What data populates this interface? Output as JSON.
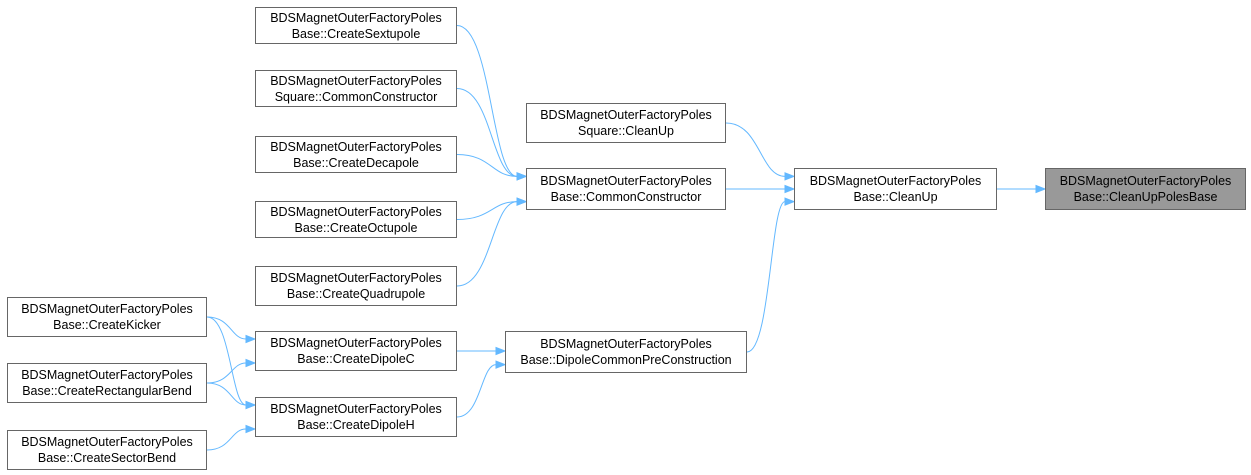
{
  "colors": {
    "edge": "#63b8ff",
    "node_border": "#666666",
    "root_fill": "#999999"
  },
  "nodes": {
    "sextupole": {
      "line1": "BDSMagnetOuterFactoryPoles",
      "line2": "Base::CreateSextupole"
    },
    "sqcommon": {
      "line1": "BDSMagnetOuterFactoryPoles",
      "line2": "Square::CommonConstructor"
    },
    "decapole": {
      "line1": "BDSMagnetOuterFactoryPoles",
      "line2": "Base::CreateDecapole"
    },
    "octupole": {
      "line1": "BDSMagnetOuterFactoryPoles",
      "line2": "Base::CreateOctupole"
    },
    "quadrupole": {
      "line1": "BDSMagnetOuterFactoryPoles",
      "line2": "Base::CreateQuadrupole"
    },
    "kicker": {
      "line1": "BDSMagnetOuterFactoryPoles",
      "line2": "Base::CreateKicker"
    },
    "rectbend": {
      "line1": "BDSMagnetOuterFactoryPoles",
      "line2": "Base::CreateRectangularBend"
    },
    "sectorbend": {
      "line1": "BDSMagnetOuterFactoryPoles",
      "line2": "Base::CreateSectorBend"
    },
    "dipolec": {
      "line1": "BDSMagnetOuterFactoryPoles",
      "line2": "Base::CreateDipoleC"
    },
    "dipoleh": {
      "line1": "BDSMagnetOuterFactoryPoles",
      "line2": "Base::CreateDipoleH"
    },
    "sqcleanup": {
      "line1": "BDSMagnetOuterFactoryPoles",
      "line2": "Square::CleanUp"
    },
    "common": {
      "line1": "BDSMagnetOuterFactoryPoles",
      "line2": "Base::CommonConstructor"
    },
    "dipolepre": {
      "line1": "BDSMagnetOuterFactoryPoles",
      "line2": "Base::DipoleCommonPreConstruction"
    },
    "cleanup": {
      "line1": "BDSMagnetOuterFactoryPoles",
      "line2": "Base::CleanUp"
    },
    "root": {
      "line1": "BDSMagnetOuterFactoryPoles",
      "line2": "Base::CleanUpPolesBase"
    }
  },
  "edges": [
    {
      "from": "cleanup",
      "to": "root"
    },
    {
      "from": "common",
      "to": "cleanup"
    },
    {
      "from": "sqcleanup",
      "to": "cleanup"
    },
    {
      "from": "dipolepre",
      "to": "cleanup"
    },
    {
      "from": "sextupole",
      "to": "common"
    },
    {
      "from": "sqcommon",
      "to": "common"
    },
    {
      "from": "decapole",
      "to": "common"
    },
    {
      "from": "octupole",
      "to": "common"
    },
    {
      "from": "quadrupole",
      "to": "common"
    },
    {
      "from": "dipolec",
      "to": "dipolepre"
    },
    {
      "from": "dipoleh",
      "to": "dipolepre"
    },
    {
      "from": "kicker",
      "to": "dipolec"
    },
    {
      "from": "rectbend",
      "to": "dipolec"
    },
    {
      "from": "kicker",
      "to": "dipoleh"
    },
    {
      "from": "rectbend",
      "to": "dipoleh"
    },
    {
      "from": "sectorbend",
      "to": "dipoleh"
    }
  ]
}
